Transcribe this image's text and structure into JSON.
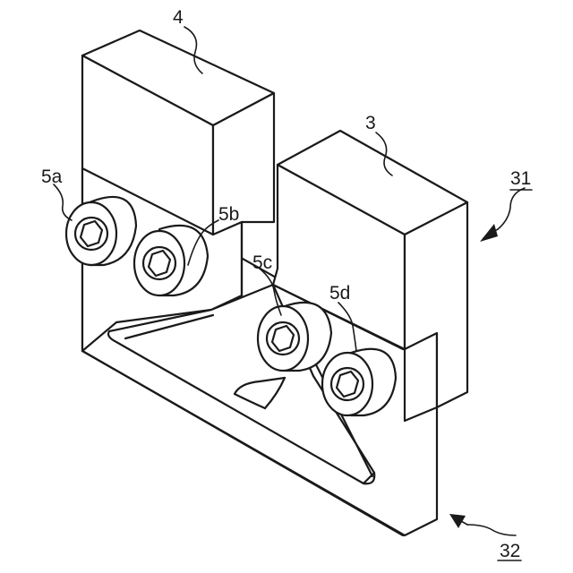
{
  "labels": {
    "part_4": "4",
    "part_3": "3",
    "screw_5a": "5a",
    "screw_5b": "5b",
    "screw_5c": "5c",
    "screw_5d": "5d",
    "assembly_31": "31",
    "assembly_32": "32"
  }
}
